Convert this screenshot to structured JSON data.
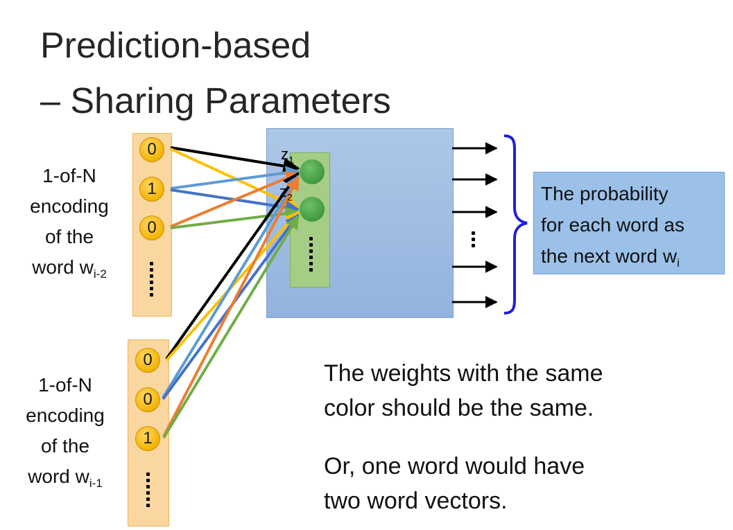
{
  "title": {
    "line1": "Prediction-based",
    "line2": "– Sharing Parameters"
  },
  "input_top": {
    "label_lines": [
      "1-of-N",
      "encoding",
      "of the"
    ],
    "word_prefix": "word w",
    "word_sub": "i-2",
    "values": [
      "0",
      "1",
      "0"
    ]
  },
  "input_bottom": {
    "label_lines": [
      "1-of-N",
      "encoding",
      "of the"
    ],
    "word_prefix": "word w",
    "word_sub": "i-1",
    "values": [
      "0",
      "0",
      "1"
    ]
  },
  "hidden": {
    "z1_main": "z",
    "z1_sub": "1",
    "z2_main": "z",
    "z2_sub": "2"
  },
  "output": {
    "ellipsis": "⋮",
    "box_lines": [
      "The probability",
      "for each word as"
    ],
    "box_last_prefix": "the next word w",
    "box_last_sub": "i"
  },
  "notes": {
    "line1": "The weights with the same",
    "line2": "color should be the same.",
    "line3": "Or, one word would have",
    "line4": "two word vectors."
  },
  "colors": {
    "black": "#000000",
    "yellow": "#ffc000",
    "light_blue": "#5b9bd5",
    "dark_blue": "#4472c4",
    "orange": "#ed7d31",
    "green": "#70ad47",
    "brace": "#1f1fdc"
  }
}
